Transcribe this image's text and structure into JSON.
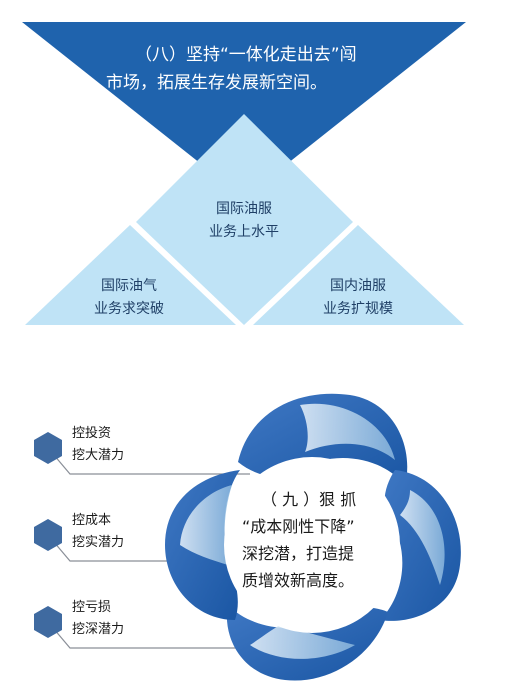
{
  "colors": {
    "dark_blue": "#1f63ad",
    "light_blue": "#bfe3f6",
    "hex_blue": "#3f6aa0",
    "grey_line": "#8a8f98",
    "center_text": "#1a1a1a"
  },
  "top": {
    "heading_line1": "（八）坚持“一体化走出去”闯",
    "heading_line2": "市场，拓展生存发展新空间。",
    "center_line1": "国际油服",
    "center_line2": "业务上水平",
    "left_line1": "国际油气",
    "left_line2": "业务求突破",
    "right_line1": "国内油服",
    "right_line2": "业务扩规模"
  },
  "bottom": {
    "center_line1": "（ 九 ）狠 抓",
    "center_line2": "“成本刚性下降”",
    "center_line3": "深挖潜，打造提",
    "center_line4": "质增效新高度。",
    "items": [
      {
        "line1": "控投资",
        "line2": "挖大潜力"
      },
      {
        "line1": "控成本",
        "line2": "挖实潜力"
      },
      {
        "line1": "控亏损",
        "line2": "挖深潜力"
      }
    ]
  }
}
